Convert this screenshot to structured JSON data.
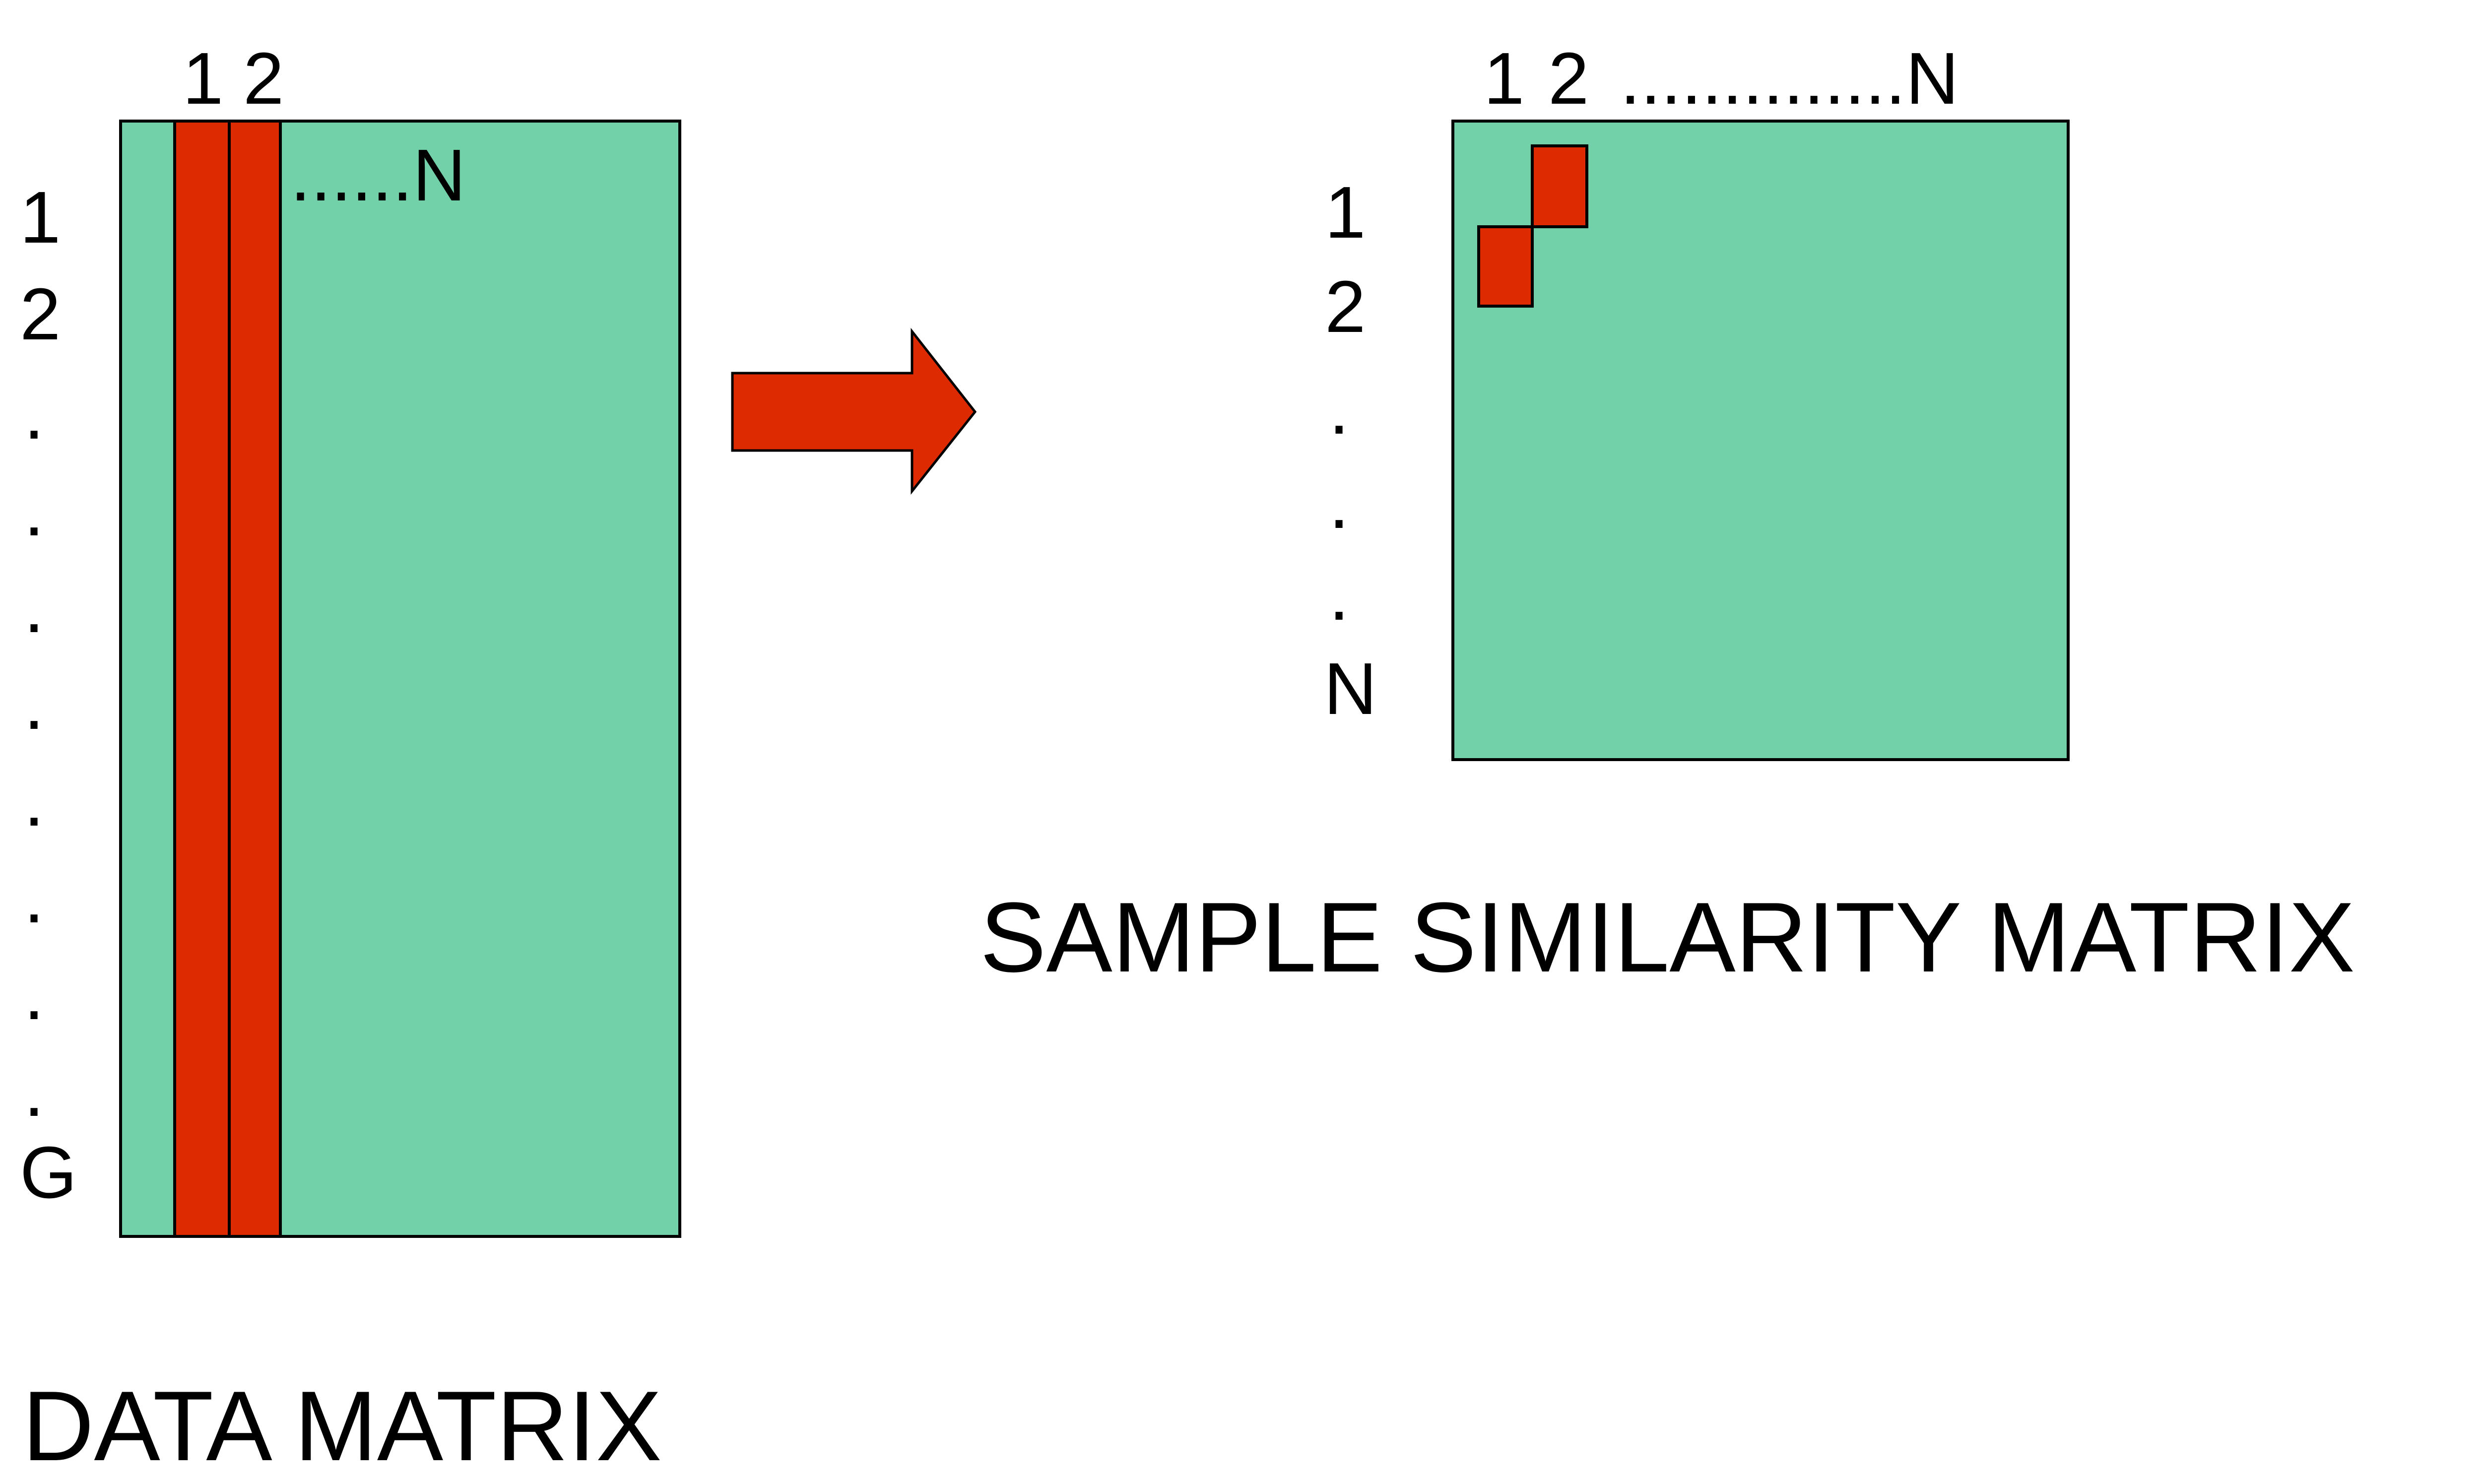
{
  "data_matrix": {
    "title": "DATA MATRIX",
    "column_labels": [
      "1",
      "2",
      "......N"
    ],
    "row_labels": [
      "1",
      "2",
      ".",
      ".",
      ".",
      ".",
      ".",
      ".",
      ".",
      ".",
      "G"
    ]
  },
  "arrow": {
    "color": "#dd2a00"
  },
  "similarity_matrix": {
    "title": "SAMPLE SIMILARITY MATRIX",
    "column_labels": [
      "1",
      "2",
      "..............N"
    ],
    "row_labels": [
      "1",
      "2",
      ".",
      ".",
      ".",
      "N"
    ]
  },
  "colors": {
    "matrix_fill": "#72d1a9",
    "highlight_fill": "#dd2a00",
    "stroke": "#000000"
  }
}
